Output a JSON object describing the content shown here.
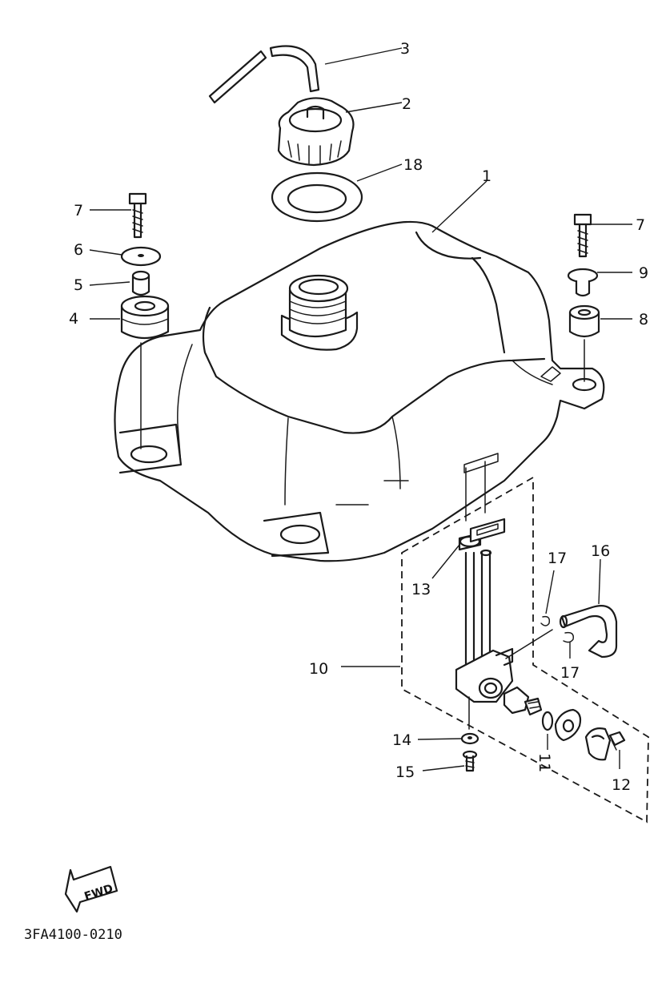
{
  "diagram": {
    "callouts": {
      "c1": "1",
      "c2": "2",
      "c3": "3",
      "c4": "4",
      "c5": "5",
      "c6": "6",
      "c7a": "7",
      "c7b": "7",
      "c8": "8",
      "c9": "9",
      "c10": "10",
      "c11": "11",
      "c12": "12",
      "c13": "13",
      "c14": "14",
      "c15": "15",
      "c16": "16",
      "c17a": "17",
      "c17b": "17",
      "c18": "18"
    },
    "fwd_label": "FWD",
    "drawing_code": "3FA4100-0210"
  }
}
